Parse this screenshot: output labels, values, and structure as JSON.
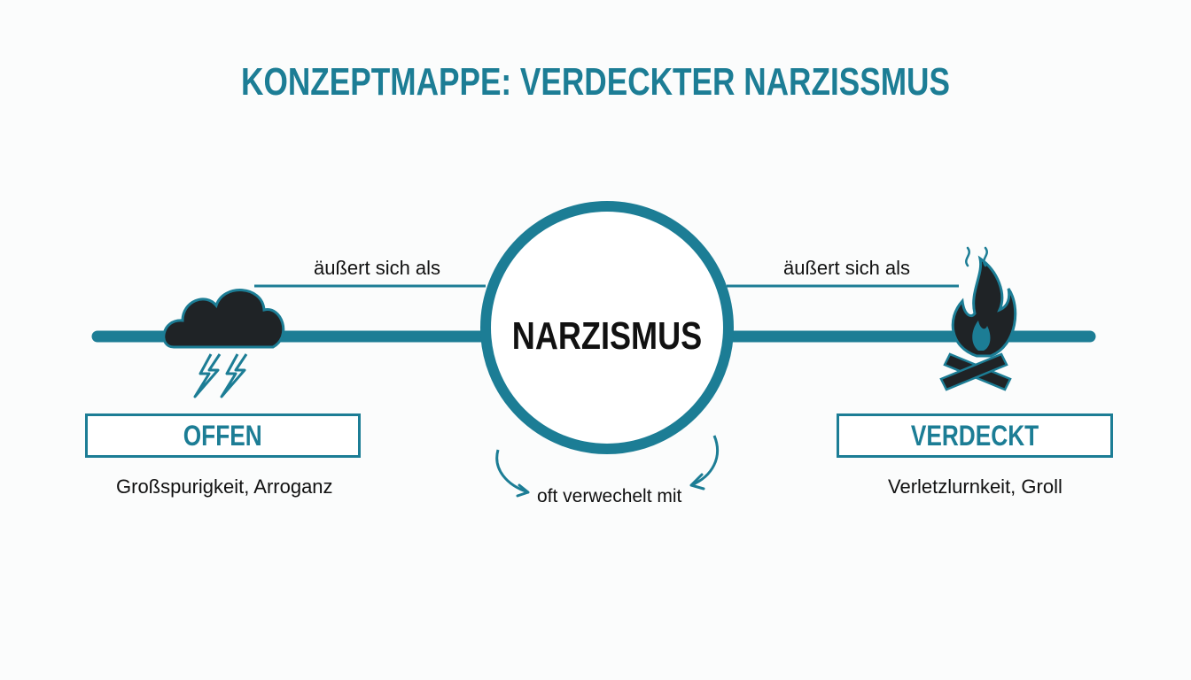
{
  "title": "KONZEPTMAPPE: VERDECKTER NARZISSMUS",
  "center": {
    "label": "NARZISMUS"
  },
  "edges": {
    "left_label": "äußert sich als",
    "right_label": "äußert sich als",
    "loop_label": "oft verwechelt mit"
  },
  "left_node": {
    "label": "OFFEN",
    "description": "Großspurigkeit, Arroganz",
    "icon": "storm-cloud-icon"
  },
  "right_node": {
    "label": "VERDECKT",
    "description": "Verletzlurnkeit, Groll",
    "icon": "campfire-icon"
  },
  "colors": {
    "accent": "#1c7d95",
    "text": "#111111",
    "icon_dark": "#1f2326"
  }
}
